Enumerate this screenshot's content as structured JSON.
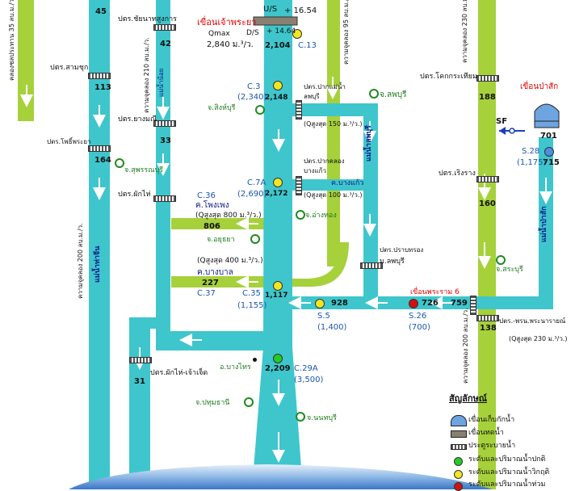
{
  "dams": {
    "chao_phraya": {
      "name": "เขื่อนเจ้าพระยา",
      "us_label": "U/S",
      "us_value": "+ 16.54",
      "ds_label": "D/S",
      "ds_value": "+ 14.64",
      "qmax_label": "Qmax",
      "qmax_value": "2,840 ม.³/ว.",
      "flow": "2,104",
      "station": "C.13"
    },
    "pasak": {
      "name": "เขื่อนป่าสัก",
      "flow": "701"
    },
    "phra_ram_6": {
      "name": "เขื่อนพระราม 6"
    }
  },
  "regulators": {
    "sam_chuk": {
      "name": "ปตร.สามชุก",
      "flow": "113"
    },
    "pho_phraya": {
      "name": "ปตร.โพธิ์พระยา",
      "flow": "164"
    },
    "phak_hai": {
      "name": "ปตร.ผักไห่"
    },
    "borommathat": {
      "name": "ปตร.ชัยนาทสูงการ",
      "flow": "42"
    },
    "yang_mani": {
      "name": "ปตร.ยางมณี",
      "flow": "33"
    },
    "pak_khlong_bang_kaeo": {
      "name1": "ปตร.ปากคลอง",
      "name2": "บางแก้ว"
    },
    "pak_maenam_lopburi": {
      "name1": "ปตร.ปากแม่น้ำ",
      "name2": "ลพบุรี"
    },
    "phak_hai_chaophrachet": {
      "name": "ปตร.ผักไห่-เจ้าเจ็ด",
      "flow": "31"
    },
    "khok_kathiam": {
      "name": "ปตร.โคกกระเทียม",
      "flow": "188"
    },
    "rewa": {
      "name": "ปตร.เริงราง",
      "flow": "160"
    },
    "pra_sop_lopburi": {
      "name1": "ปตร.ปราบทรอง",
      "name2": "ม.ลพบุรี"
    },
    "rama_6": {
      "name": "ปตร.-พรน.พระนารายณ์",
      "flow": "138",
      "qmax": "(Qสูงสุด 230 ม.³/ว.)"
    }
  },
  "stations": {
    "c3": {
      "code": "C.3",
      "value": "(2,340)",
      "flow": "2,148"
    },
    "c7a": {
      "code": "C.7A",
      "value": "(2,690)",
      "flow": "2,172"
    },
    "c35": {
      "code": "C.35",
      "value": "(1,155)",
      "flow": "1,117"
    },
    "c29a": {
      "code": "C.29A",
      "value": "(3,500)",
      "flow": "2,209"
    },
    "c36": {
      "code": "C.36"
    },
    "c37": {
      "code": "C.37"
    },
    "s5": {
      "code": "S.5",
      "value": "(1,400)",
      "flow": "928"
    },
    "s26": {
      "code": "S.26",
      "value": "(700)",
      "flow": "726"
    },
    "s28": {
      "code": "S.28",
      "value": "(1,175)",
      "flow": "715"
    },
    "junction_flow": "759"
  },
  "channels": {
    "khlong_phong_phaeng": {
      "name": "ค.โพงเพง",
      "qmax": "(Qสูงสุด 800 ม.³/ว.)",
      "flow": "806"
    },
    "khlong_bang_ban": {
      "name": "ค.บางบาล",
      "qmax": "(Qสูงสุด 400 ม.³/ว.)",
      "flow": "227"
    },
    "lopburi_qmax_1": "(Qสูงสุด 150 ม.³/ว.)",
    "lopburi_qmax_2": "(Qสูงสุด 100 ม.³/ว.)",
    "bang_kaeo": "ค.บางแก้ว",
    "maenam_lopburi": "แม่น้ำลพบุรี",
    "maenam_pasak": "แม่น้ำป่าสัก",
    "maenam_tha_chin": "แม่น้ำท่าจีน",
    "noi_label": "แม่น้ำน้อย",
    "canal_35": "คลองชลประทาน 35 ลบ.ม./ว.",
    "canal_200": "ความจุคลอง 200 ลบ.ม./ว.",
    "canal_95": "ความจุคลอง 95 ลบ.ม./ว.",
    "canal_210": "ความจุคลอง 210 ลบ.ม./ว.",
    "canal_230": "ความจุคลอง 230 ลบ.ม./ว.",
    "canal_200b": "ความจุคลอง 200 ลบ.ม./ว.",
    "sf_label": "SF",
    "top_flow": "45"
  },
  "provinces": {
    "singburi": "จ.สิงห์บุรี",
    "lopburi": "จ.ลพบุรี",
    "suphanburi": "จ.สุพรรณบุรี",
    "angthong": "จ.อ่างทอง",
    "ayutthaya": "จ.อยุธยา",
    "saraburi": "จ.สระบุรี",
    "pathumthani": "จ.ปทุมธานี",
    "nonthaburi": "จ.นนทบุรี",
    "bang_sai": "อ.บางไทร"
  },
  "legend": {
    "title": "สัญลักษณ์",
    "items": [
      {
        "label": "เขื่อนเก็บกักน้ำ"
      },
      {
        "label": "เขื่อนทดน้ำ"
      },
      {
        "label": "ประตูระบายน้ำ"
      },
      {
        "label": "ระดับและปริมาณน้ำปกติ",
        "color": "#22cc22"
      },
      {
        "label": "ระดับและปริมาณน้ำวิกฤติ",
        "color": "#f2e620"
      },
      {
        "label": "ระดับและปริมาณน้ำท่วม",
        "color": "#d41010"
      }
    ]
  },
  "colors": {
    "river": "#3ec6cc",
    "canal": "#a6d13a",
    "sea": "#4a8fd0"
  }
}
